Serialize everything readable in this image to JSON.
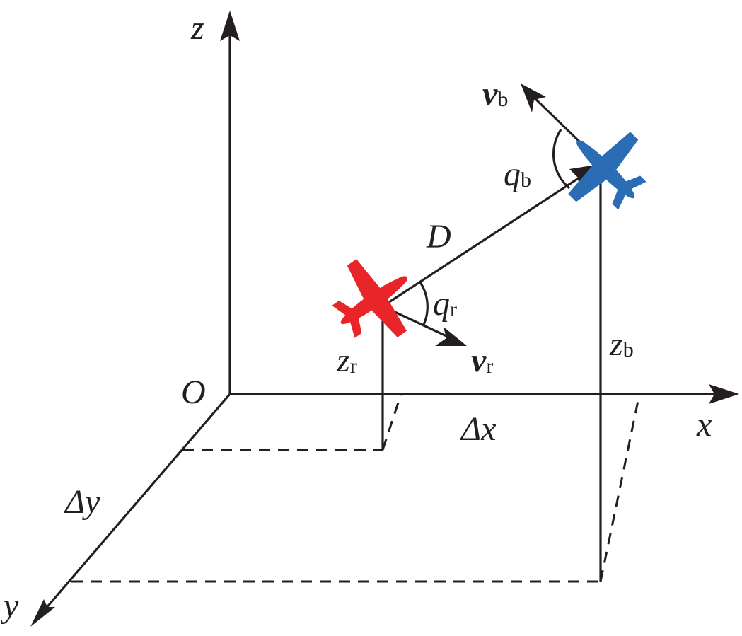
{
  "axes": {
    "z": "z",
    "x": "x",
    "y": "y",
    "origin": "O"
  },
  "labels": {
    "distance": "D",
    "delta_x": "Δx",
    "delta_y": "Δy",
    "vb_main": "v",
    "vb_sub": "b",
    "qb_main": "q",
    "qb_sub": "b",
    "qr_main": "q",
    "qr_sub": "r",
    "vr_main": "v",
    "vr_sub": "r",
    "zr_main": "z",
    "zr_sub": "r",
    "zb_main": "z",
    "zb_sub": "b"
  },
  "colors": {
    "ink": "#231f20",
    "red_aircraft": "#e8262a",
    "blue_aircraft": "#2a6db5"
  },
  "icons": {
    "red_aircraft": "red-aircraft-icon",
    "blue_aircraft": "blue-aircraft-icon"
  }
}
